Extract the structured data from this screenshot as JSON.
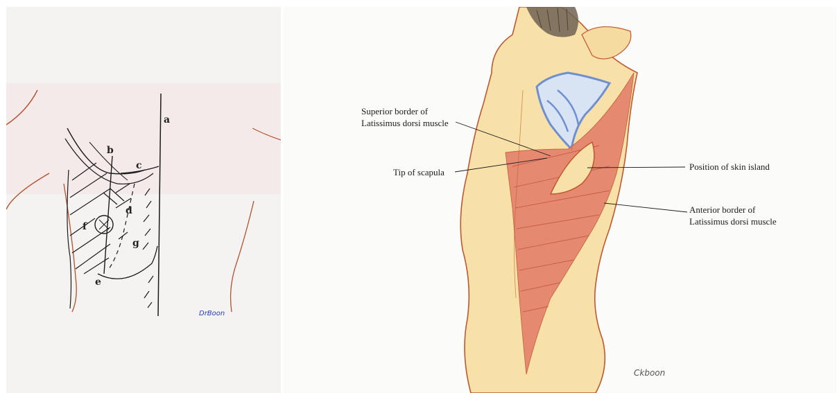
{
  "left_sketch": {
    "letters": {
      "a": "a",
      "b": "b",
      "c": "c",
      "d": "d",
      "e": "e",
      "f": "f",
      "g": "g"
    },
    "signature": "DrBoon"
  },
  "right_illustration": {
    "labels": {
      "superior_border_line1": "Superior border of",
      "superior_border_line2": "Latissimus dorsi muscle",
      "tip_of_scapula": "Tip of scapula",
      "skin_island": "Position of skin island",
      "anterior_border_line1": "Anterior border of",
      "anterior_border_line2": "Latissimus dorsi  muscle"
    },
    "signature": "Ckboon"
  },
  "colors": {
    "outline": "#c0572f",
    "pencil": "#1a1a1a",
    "skin": "#f7e1a8",
    "muscle": "#e27a68",
    "bone": "#6f8fd0",
    "hair": "#6e6152",
    "signature_blue": "#2a3fb8"
  }
}
